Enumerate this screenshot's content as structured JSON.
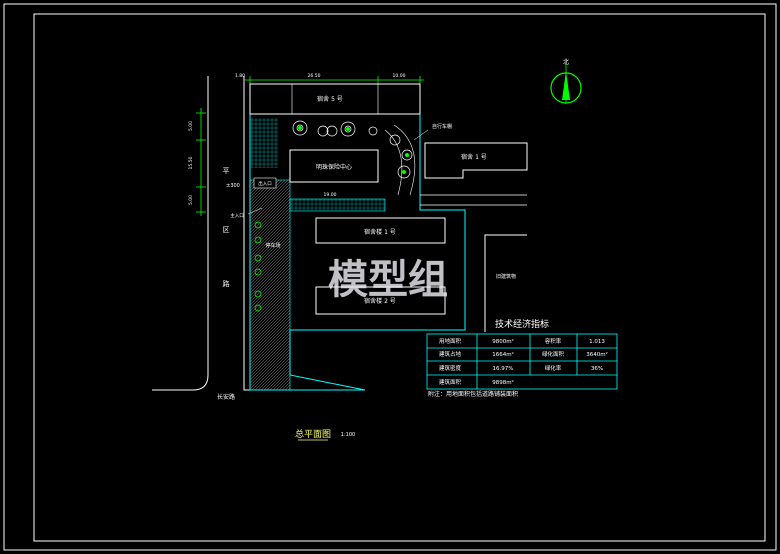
{
  "drawing": {
    "north_label": "北",
    "scale_text": "1:100",
    "title": "总平面图",
    "watermark": "模型组"
  },
  "buildings": {
    "top_building": "宿舍 5 号",
    "center_building": "明珠保险中心",
    "right_building": "宿舍 1 号",
    "block_1": "宿舍楼 1 号",
    "block_2": "宿舍楼 2 号",
    "adjacent_plot": "旧建筑物",
    "gate_left": "出入口",
    "entrance_label": "主入口",
    "parking_label": "停车场",
    "bike_label": "自行车棚"
  },
  "roads": {
    "left_road_chars": [
      "平",
      "区",
      "路"
    ],
    "road_width": "±300",
    "bottom_road": "长安路"
  },
  "dimensions": {
    "top_total": "26.50",
    "top_left": "1.80",
    "top_right": "10.00",
    "left_1": "5.00",
    "left_2": "15.50",
    "left_3": "5.00",
    "mid_width": "19.00"
  },
  "tech_table": {
    "title": "技术经济指标",
    "rows": [
      [
        "用地面积",
        "9800m²",
        "容积率",
        "1.013"
      ],
      [
        "建筑占地",
        "1664m²",
        "绿化面积",
        "3640m²"
      ],
      [
        "建筑密度",
        "16.97%",
        "绿化率",
        "36%"
      ],
      [
        "建筑面积",
        "9898m²",
        "",
        ""
      ]
    ],
    "note": "附注：用地面积包括道路铺装面积"
  }
}
